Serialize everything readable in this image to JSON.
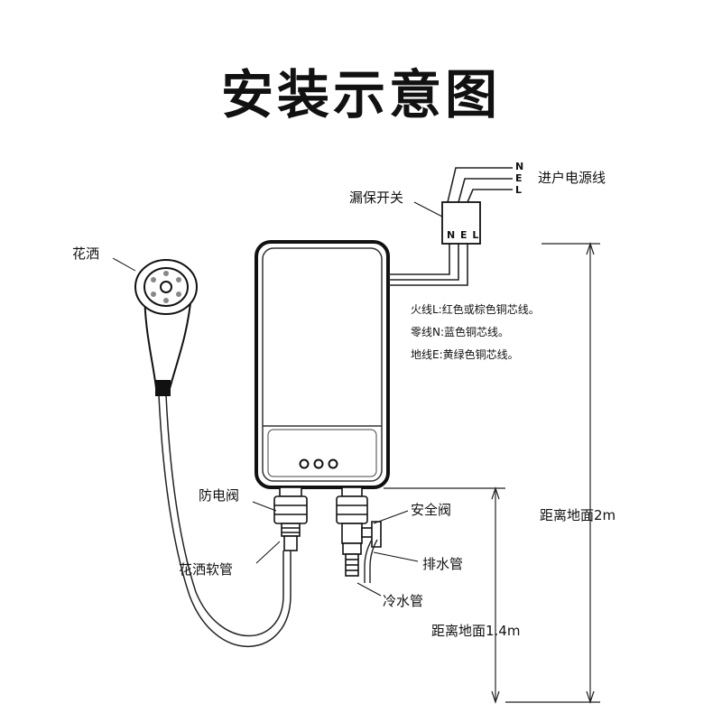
{
  "title": "安装示意图",
  "labels": {
    "power_line": "进户电源线",
    "leak_switch": "漏保开关",
    "shower_head": "花洒",
    "check_valve": "防电阀",
    "safety_valve": "安全阀",
    "drain_pipe": "排水管",
    "shower_hose": "花洒软管",
    "cold_pipe": "冷水管",
    "height_2m": "距离地面2m",
    "height_14m": "距离地面1.4m"
  },
  "wiring_notes": [
    "火线L:红色或棕色铜芯线。",
    "零线N:蓝色铜芯线。",
    "地线E:黄绿色铜芯线。"
  ],
  "wire_letters_top": [
    "N",
    "E",
    "L"
  ],
  "wire_letters_box": "N E L"
}
